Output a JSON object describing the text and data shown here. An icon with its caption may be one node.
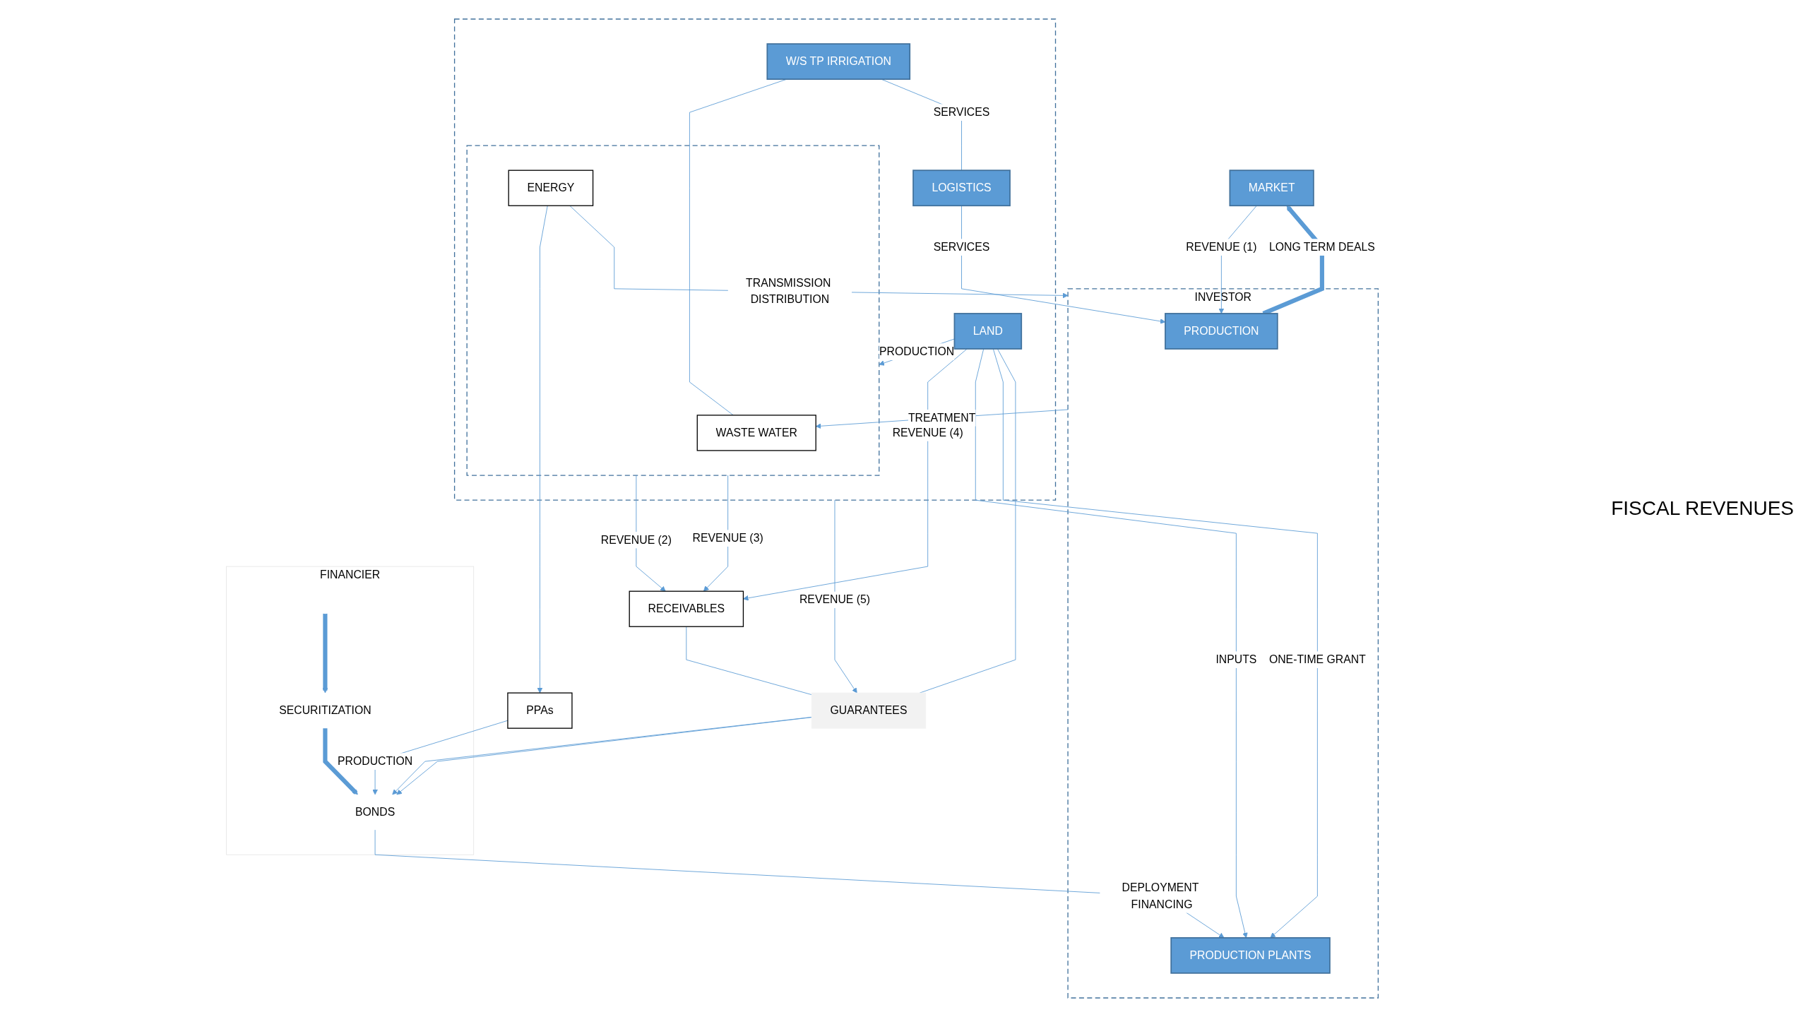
{
  "diagram": {
    "nodes": [
      {
        "text": [],
        "shape": "box"
      },
      {
        "text": [],
        "shape": "box",
        "in": 0
      },
      {
        "text": [
          "WASTE WATER"
        ],
        "in": 1
      },
      {
        "text": [
          "ENERGY"
        ],
        "in": 1
      },
      {
        "text": [
          "W/S TP IRRIGATION"
        ],
        "in": 0
      },
      {
        "text": [
          "LOGISTICS"
        ],
        "in": 0
      },
      {
        "text": [
          "INVESTOR"
        ]
      },
      {
        "text": [
          "PRODUCTION"
        ],
        "in": 6
      },
      {
        "text": [
          "PRODUCTION PLANTS"
        ],
        "in": 6
      },
      {
        "text": [
          "MARKET"
        ]
      },
      {
        "text": [
          "PPAs"
        ]
      },
      {
        "text": [
          "RECEIVABLES"
        ]
      },
      {
        "text": [
          "LAND"
        ],
        "in": 0
      },
      {
        "text": [
          "FINANCIER"
        ]
      },
      {
        "text": [
          "SECURITIZATION"
        ],
        "in": 13
      },
      {
        "text": [
          "BONDS"
        ],
        "in": 13
      },
      {
        "text": [
          "GUARANTEES"
        ]
      }
    ],
    "edges": [
      {
        "from": 4,
        "to": 2,
        "arrow": "none"
      },
      {
        "from": 4,
        "to": 5,
        "arrow": "none",
        "label": "SERVICES"
      },
      {
        "from": 5,
        "to": 7,
        "arrow": "to",
        "label": "SERVICES"
      },
      {
        "from": 6,
        "to": 2,
        "arrow": "to",
        "label": "TREATMENT"
      },
      {
        "from": 3,
        "to": 6,
        "arrow": "to",
        "label": "TRANSMISSION DISTRIBUTION"
      },
      {
        "from": 3,
        "to": 10,
        "arrow": "to"
      },
      {
        "from": 1,
        "to": 11,
        "arrow": "to",
        "label": "REVENUE (2)"
      },
      {
        "from": 1,
        "to": 11,
        "arrow": "to",
        "label": "REVENUE (3)"
      },
      {
        "from": 12,
        "to": 1,
        "arrow": "to",
        "label": "PRODUCTION"
      },
      {
        "from": 12,
        "to": 11,
        "arrow": "to",
        "label": "REVENUE (4)"
      },
      {
        "from": 12,
        "to": 8,
        "arrow": "to",
        "label": "INPUTS"
      },
      {
        "from": 12,
        "to": 8,
        "arrow": "to",
        "label": "ONE-TIME GRANT"
      },
      {
        "from": 7,
        "to": 9,
        "arrow": "to",
        "label": "LONG TERM DEALS",
        "style": "thick"
      },
      {
        "from": 9,
        "to": 7,
        "arrow": "to",
        "label": "REVENUE (1)"
      },
      {
        "from": null,
        "to": 14,
        "arrow": "to",
        "style": "thick"
      },
      {
        "from": 14,
        "to": 15,
        "arrow": "to",
        "style": "thick"
      },
      {
        "from": 10,
        "to": 15,
        "arrow": "to",
        "label": "PRODUCTION"
      },
      {
        "from": 15,
        "to": 8,
        "arrow": "to",
        "label": "DEPLOYMENT FINANCING"
      },
      {
        "from": 12,
        "to": 16,
        "arrow": "none"
      },
      {
        "from": 16,
        "to": 15,
        "arrow": "to"
      },
      {
        "from": 11,
        "to": 16,
        "arrow": "none"
      },
      {
        "from": 16,
        "to": 15,
        "arrow": "to"
      },
      {
        "from": 0,
        "to": 16,
        "arrow": "to",
        "label": "REVENUE (5)"
      }
    ],
    "labels": [
      "FISCAL REVENUES"
    ]
  }
}
